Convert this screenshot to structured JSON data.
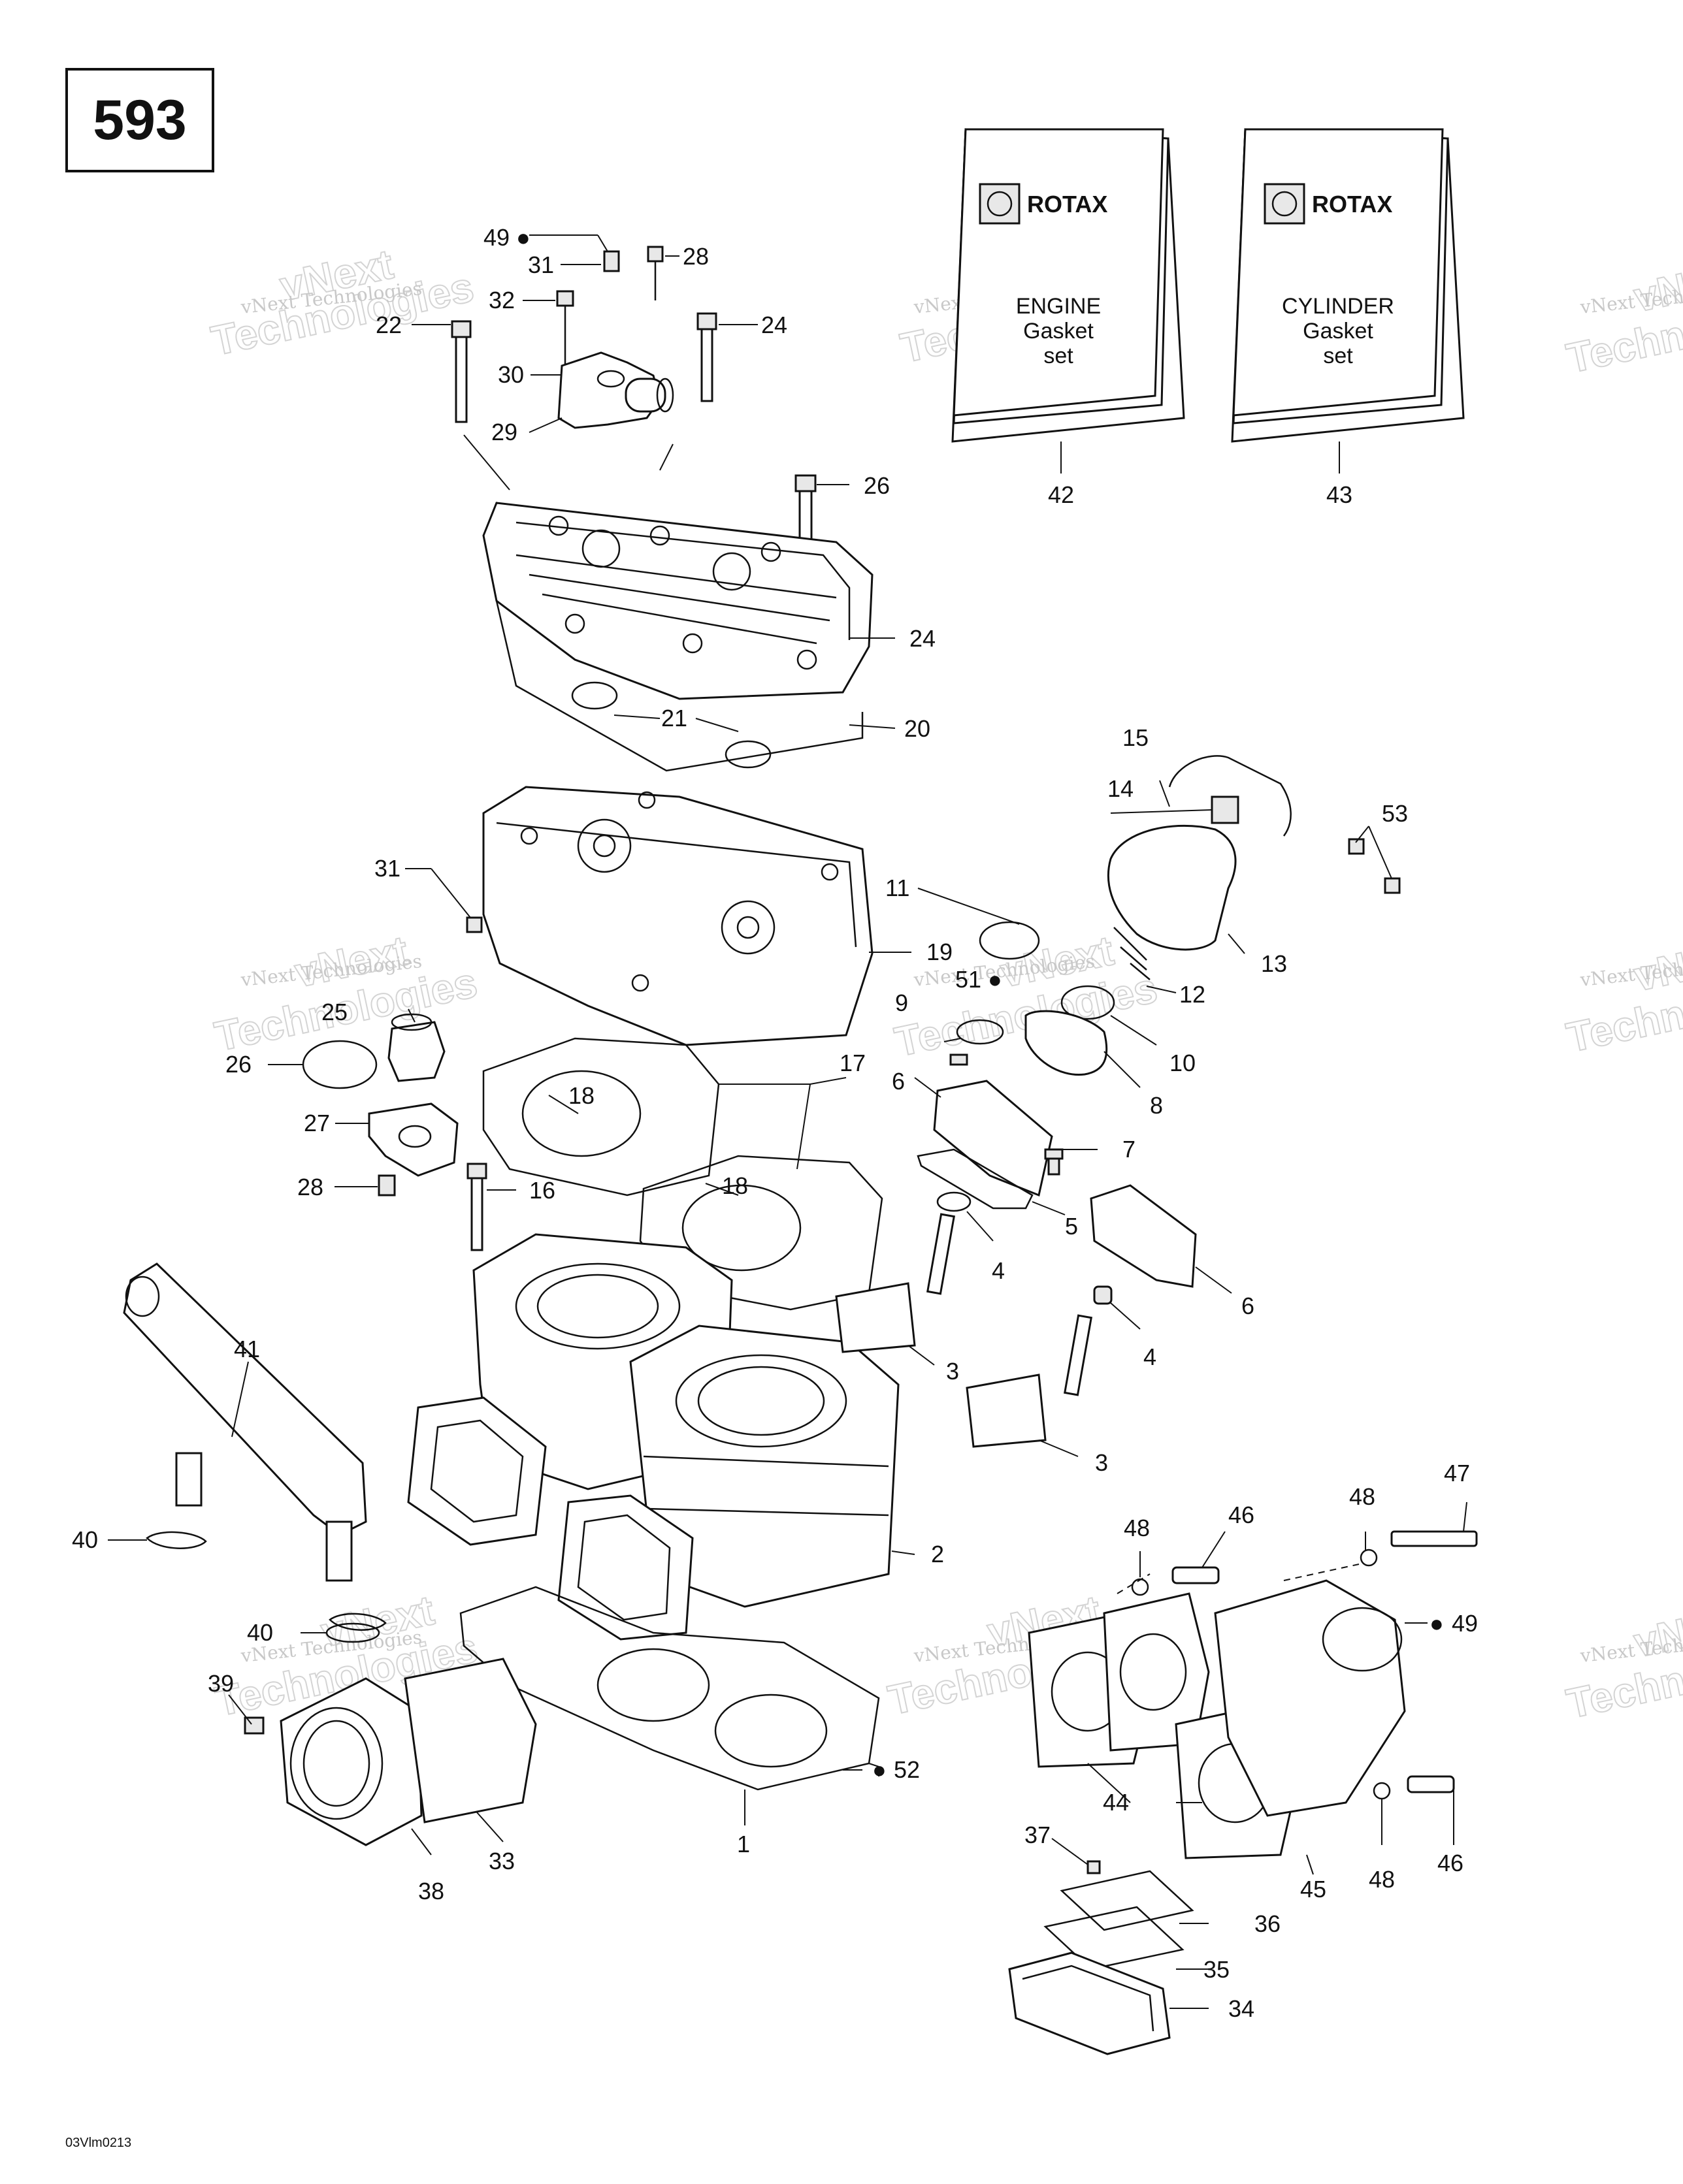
{
  "page_number": "593",
  "figure_code": "03Vlm0213",
  "watermark": {
    "line1": "vNext Technologies",
    "line2": "vNext",
    "line3": "Technologies"
  },
  "kits": [
    {
      "brand": "ROTAX",
      "line1": "ENGINE",
      "line2": "Gasket",
      "line3": "set",
      "callout": "42"
    },
    {
      "brand": "ROTAX",
      "line1": "CYLINDER",
      "line2": "Gasket",
      "line3": "set",
      "callout": "43"
    }
  ],
  "callouts": {
    "c1": "1",
    "c2": "2",
    "c3a": "3",
    "c3b": "3",
    "c4a": "4",
    "c4b": "4",
    "c5": "5",
    "c6a": "6",
    "c6b": "6",
    "c7": "7",
    "c8": "8",
    "c9": "9",
    "c10": "10",
    "c11": "11",
    "c12": "12",
    "c13": "13",
    "c14": "14",
    "c15": "15",
    "c16": "16",
    "c17": "17",
    "c18a": "18",
    "c18b": "18",
    "c19": "19",
    "c20": "20",
    "c21": "21",
    "c22": "22",
    "c24a": "24",
    "c24b": "24",
    "c25": "25",
    "c26a": "26",
    "c26b": "26",
    "c27": "27",
    "c28a": "28",
    "c28b": "28",
    "c29": "29",
    "c30": "30",
    "c31a": "31",
    "c31b": "31",
    "c32": "32",
    "c33": "33",
    "c34": "34",
    "c35": "35",
    "c36": "36",
    "c37": "37",
    "c38": "38",
    "c39": "39",
    "c40a": "40",
    "c40b": "40",
    "c41": "41",
    "c44": "44",
    "c45": "45",
    "c46a": "46",
    "c46b": "46",
    "c47": "47",
    "c48a": "48",
    "c48b": "48",
    "c48c": "48",
    "c49a": "49",
    "c49b": "49",
    "c51": "51",
    "c52": "52",
    "c53": "53"
  }
}
